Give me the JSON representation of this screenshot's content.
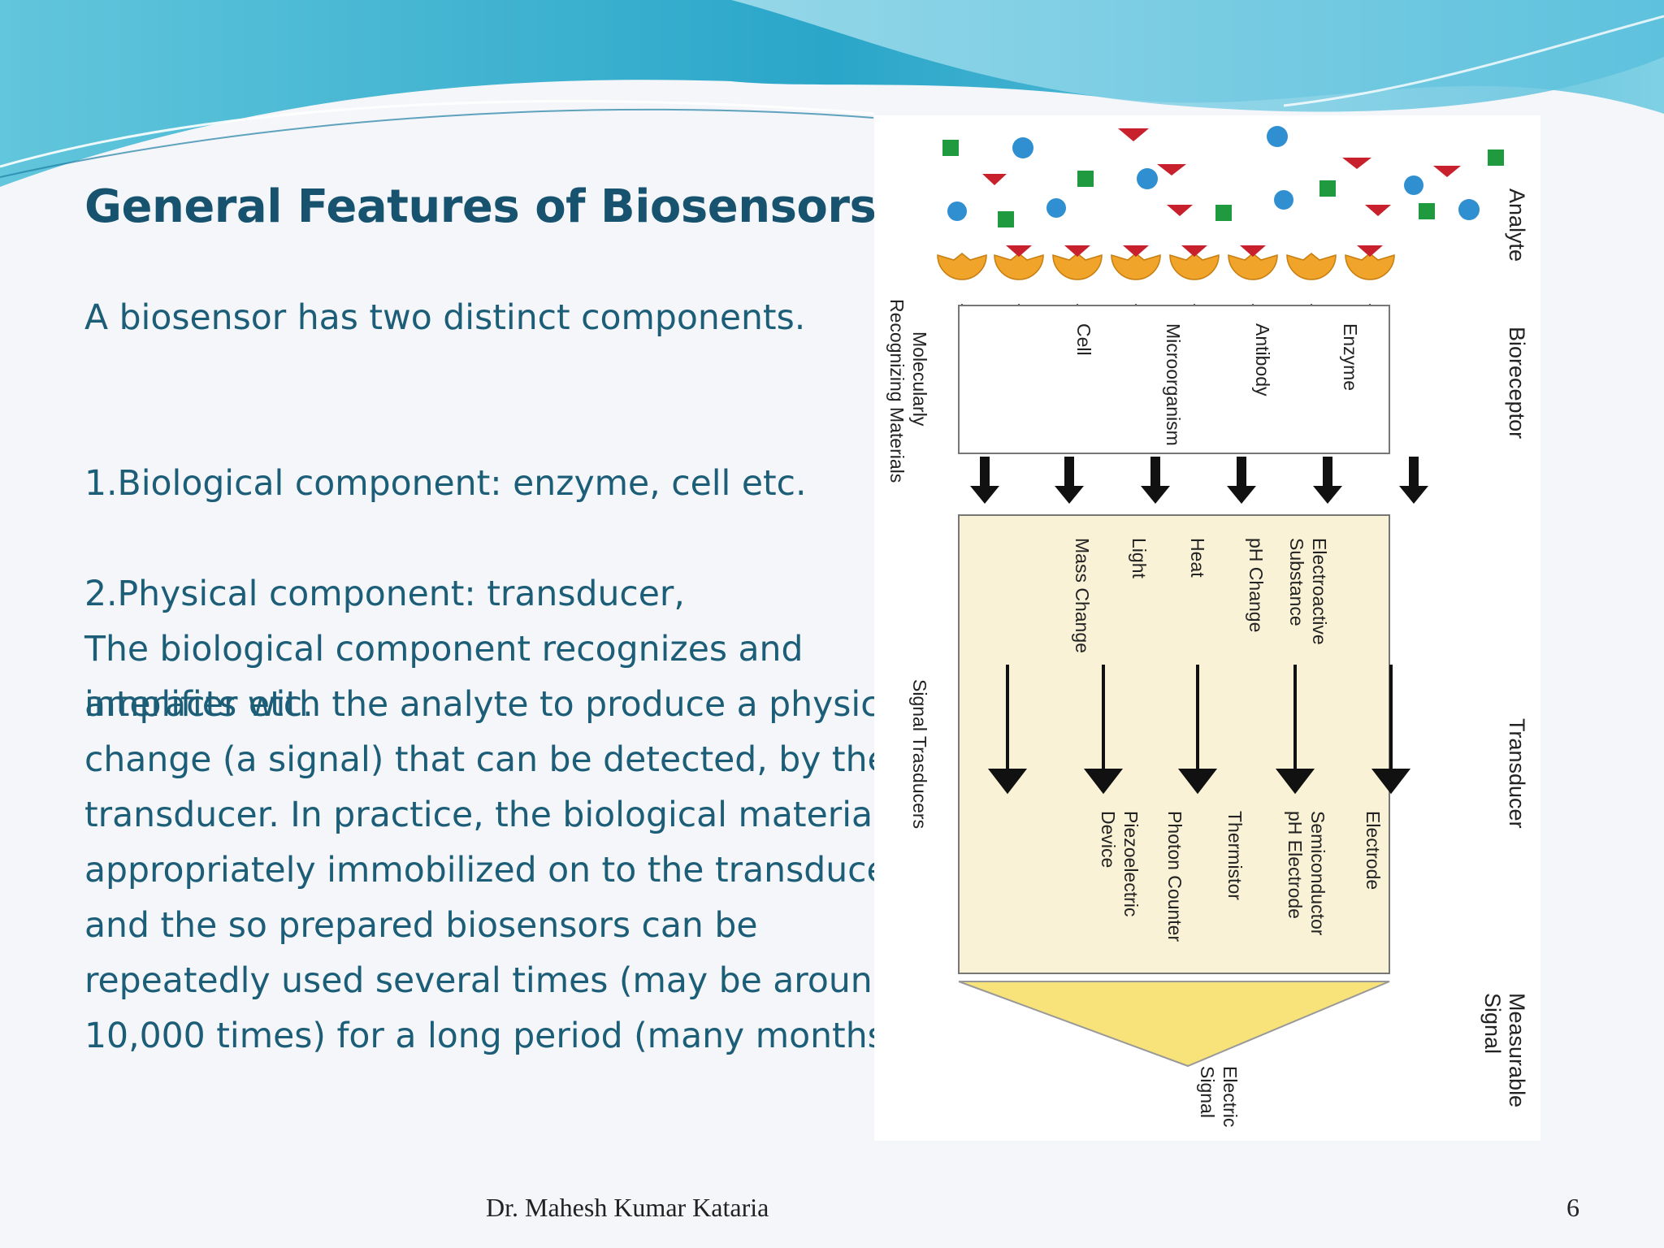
{
  "slide": {
    "title": "General Features of Biosensors:",
    "intro": "A biosensor has two distinct components.",
    "list": [
      "1.Biological component: enzyme, cell etc.",
      "2.Physical component: transducer,",
      "amplifier   etc."
    ],
    "paragraph": "The biological component recognizes and interacts with the analyte to produce a physical change (a signal) that can be detected, by the transducer. In practice, the biological material is appropriately immobilized on to the transducer and the so prepared biosensors can be repeatedly used several times (may be around 10,000 times) for a long period (many months).",
    "footer_author": "Dr. Mahesh Kumar Kataria",
    "page_number": "6"
  },
  "figure": {
    "right_labels": {
      "analyte": "Analyte",
      "bioreceptor": "Bioreceptor",
      "transducer": "Transducer",
      "measurable_signal_1": "Measurable",
      "measurable_signal_2": "Signal"
    },
    "left_labels": {
      "molecularly_1": "Molecularly",
      "molecularly_2": "Recognizing Materials",
      "signal_transducers": "Signal Trasducers"
    },
    "bioreceptors": [
      "Enzyme",
      "Antibody",
      "Microorganism",
      "Cell"
    ],
    "changes": [
      [
        "Electroactive",
        "Substance"
      ],
      [
        "pH Change"
      ],
      [
        "Heat"
      ],
      [
        "Light"
      ],
      [
        "Mass Change"
      ]
    ],
    "devices": [
      [
        "Electrode"
      ],
      [
        "Semiconductor",
        "pH Electrode"
      ],
      [
        "Thermistor"
      ],
      [
        "Photon Counter"
      ],
      [
        "Piezoelectric",
        "Device"
      ]
    ],
    "electric_signal_1": "Electric",
    "electric_signal_2": "Signal",
    "colors": {
      "analyte_green": "#1f9a3e",
      "analyte_blue": "#2f8fd0",
      "analyte_red": "#c8202c",
      "receptor_orange": "#f0a52a",
      "transducer_fill": "#faf2d6",
      "signal_fill": "#f8e27a"
    }
  }
}
